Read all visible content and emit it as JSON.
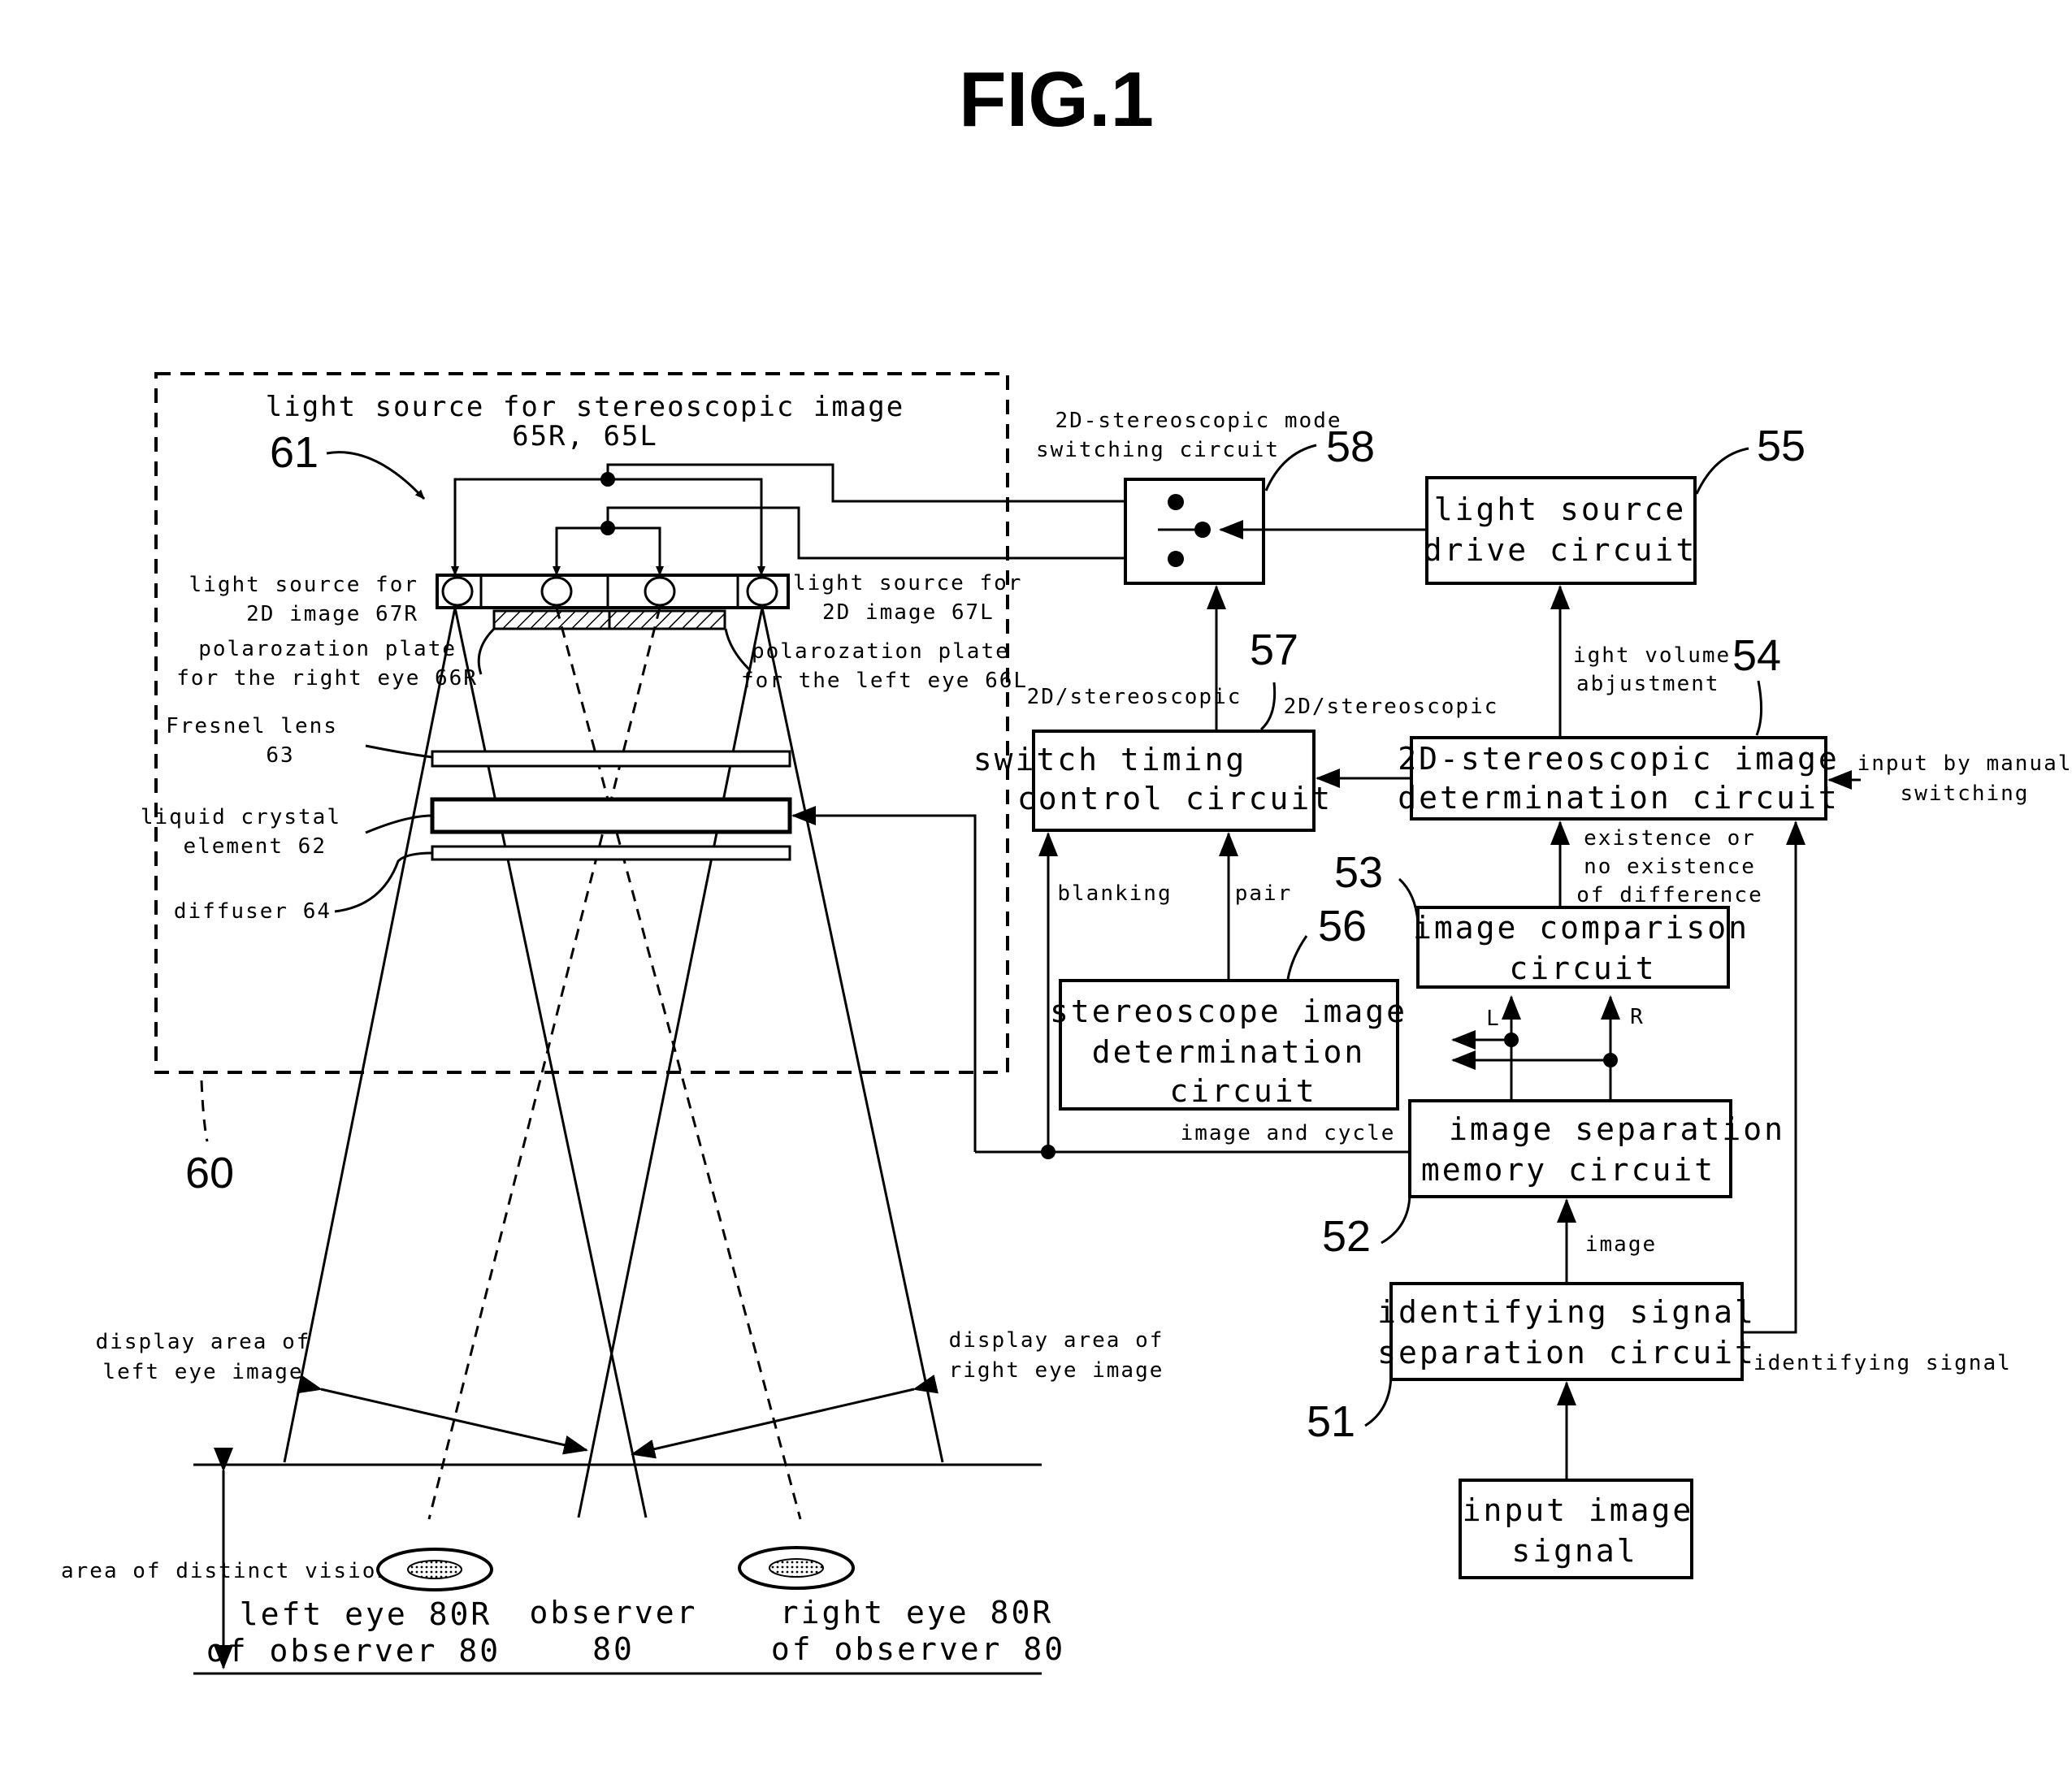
{
  "title": "FIG.1",
  "refs": {
    "r51": "51",
    "r52": "52",
    "r53": "53",
    "r54": "54",
    "r55": "55",
    "r56": "56",
    "r57": "57",
    "r58": "58",
    "r60": "60",
    "r61": "61"
  },
  "blocks": {
    "input_image_signal": [
      "input image",
      "signal"
    ],
    "identifying_signal_separation": [
      "identifying signal",
      "separation circuit"
    ],
    "image_separation_memory": [
      "image separation",
      "memory circuit"
    ],
    "image_comparison": [
      "image comparison",
      "circuit"
    ],
    "stereoscope_image_determination": [
      "stereoscope image",
      "determination",
      "circuit"
    ],
    "determination_2d_stereo": [
      "2D-stereoscopic image",
      "determination circuit"
    ],
    "switch_timing_control": [
      "switch timing",
      "control circuit"
    ],
    "light_source_drive": [
      "light source",
      "drive circuit"
    ]
  },
  "signals": {
    "image": "image",
    "identifying_signal": "identifying signal",
    "existence": [
      "existence or",
      "no existence",
      "of difference"
    ],
    "manual_input": [
      "input by manual",
      "switching"
    ],
    "light_volume": [
      "ight volume",
      "abjustment"
    ],
    "stereo_a": "2D/stereoscopic",
    "stereo_b": "2D/stereoscopic",
    "blanking": "blanking",
    "pair": "pair",
    "image_and_cycle": "image and cycle",
    "mode_switching": [
      "2D-stereoscopic mode",
      "switching circuit"
    ],
    "L": "L",
    "R": "R"
  },
  "optics": {
    "light_source_stereo": [
      "light source for stereoscopic image",
      "65R, 65L"
    ],
    "light_source_2d_right": [
      "light source for",
      "2D image 67R"
    ],
    "light_source_2d_left": [
      "light source for",
      "2D image 67L"
    ],
    "polarization_right": [
      "polarozation plate",
      "for the right eye 66R"
    ],
    "polarization_left": [
      "polarozation plate",
      "for the left eye 66L"
    ],
    "fresnel_lens": [
      "Fresnel lens",
      "63"
    ],
    "liquid_crystal": [
      "liquid crystal",
      "element 62"
    ],
    "diffuser": "diffuser 64"
  },
  "viewing": {
    "display_area_left": [
      "display area of",
      "left eye image"
    ],
    "display_area_right": [
      "display area of",
      "right eye image"
    ],
    "area_distinct_vision": "area of distinct vision",
    "left_eye": [
      "left eye 80R",
      "of observer 80"
    ],
    "observer": [
      "observer",
      "80"
    ],
    "right_eye": [
      "right eye 80R",
      "of observer 80"
    ]
  }
}
